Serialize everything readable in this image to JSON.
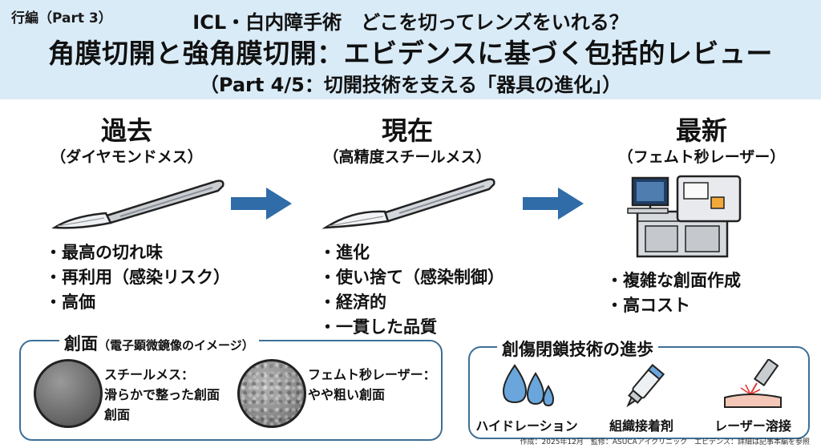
{
  "header": {
    "series_tag": "行編（Part 3）",
    "line1": "ICL・白内障手術　どこを切ってレンズをいれる？",
    "line2": "角膜切開と強角膜切開：エビデンスに基づく包括的レビュー",
    "line3": "（Part 4/5：切開技術を支える「器具の進化」）"
  },
  "columns": [
    {
      "title": "過去",
      "subtitle": "（ダイヤモンドメス）",
      "tool_icon": "diamond-scalpel-icon",
      "features": [
        "最高の切れ味",
        "再利用（感染リスク）",
        "高価"
      ]
    },
    {
      "title": "現在",
      "subtitle": "（高精度スチールメス）",
      "tool_icon": "steel-scalpel-icon",
      "features": [
        "進化",
        "使い捨て（感染制御）",
        "経済的",
        "一貫した品質"
      ]
    },
    {
      "title": "最新",
      "subtitle": "（フェムト秒レーザー）",
      "tool_icon": "femtosecond-laser-machine-icon",
      "features": [
        "複雑な創面作成",
        "高コスト"
      ]
    }
  ],
  "surface_box": {
    "title": "創面",
    "title_note": "（電子顕微鏡像のイメージ）",
    "steel_caption": [
      "スチールメス：",
      "滑らかで整った創面",
      "創面"
    ],
    "laser_caption": [
      "フェムト秒レーザー：",
      "やや粗い創面"
    ]
  },
  "closure_box": {
    "title": "創傷閉鎖技術の進歩",
    "items": [
      {
        "label": "ハイドレーション",
        "icon": "water-drops-icon"
      },
      {
        "label": "組織接着剤",
        "icon": "glue-tube-icon"
      },
      {
        "label": "レーザー溶接",
        "icon": "laser-welding-icon"
      }
    ]
  },
  "footer": "作成：2025年12月　監修：ASUCAアイクリニック　エビデンス：詳細は記事本編を参照",
  "colors": {
    "header_bg": "#d9ebf7",
    "arrow": "#2f6ca8",
    "box_border": "#3e6f96",
    "water": "#6aa6dc"
  }
}
